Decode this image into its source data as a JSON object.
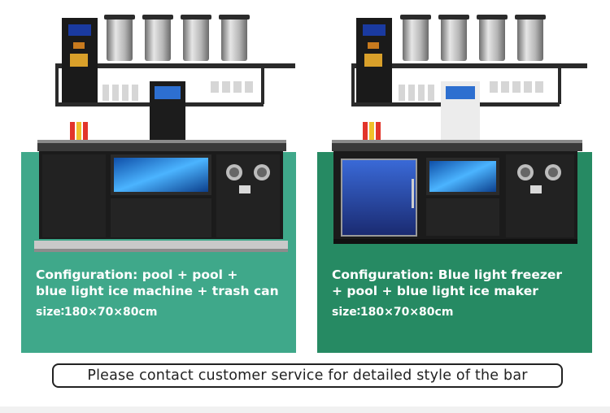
{
  "products": [
    {
      "configuration": "Configuration: pool + pool +\nblue light ice machine + trash can",
      "size": "size∶180×70×80cm"
    },
    {
      "configuration": "Configuration: Blue light freezer\n+ pool + blue light ice maker",
      "size": "size∶180×70×80cm"
    }
  ],
  "notice": "Please contact customer service for detailed style of the bar",
  "colors": {
    "panel_left": "#3fa88a",
    "panel_right": "#268a63",
    "cabinet": "#1b1b1b",
    "ice_blue": "#2a8fe0"
  }
}
